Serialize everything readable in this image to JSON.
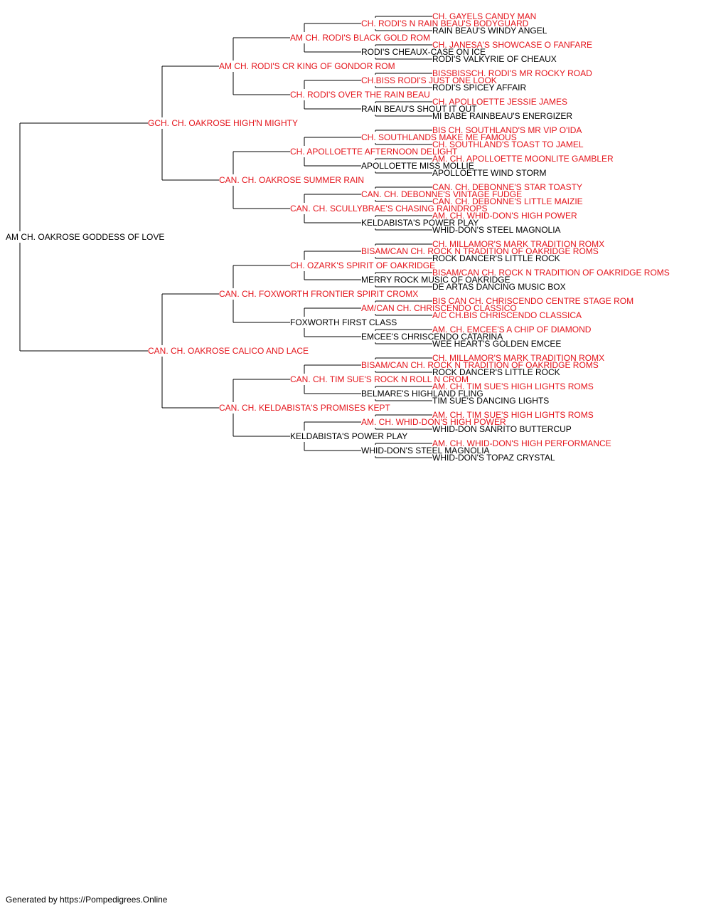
{
  "colors": {
    "champion": "#e4141b",
    "normal": "#000000",
    "line": "#000000"
  },
  "footer": "Generated by https://Pompedigrees.Online",
  "pedigree": {
    "name": "AM CH. OAKROSE GODDESS OF LOVE",
    "champion": false,
    "sire": {
      "name": "GCH. CH. OAKROSE HIGH'N MIGHTY",
      "champion": true,
      "sire": {
        "name": "AM CH. RODI'S CR KING OF GONDOR ROM",
        "champion": true,
        "sire": {
          "name": "AM CH. RODI'S BLACK GOLD ROM",
          "champion": true,
          "sire": {
            "name": "CH. RODI'S N RAIN BEAU'S BODYGUARD",
            "champion": true,
            "sire": {
              "name": "CH. GAYELS CANDY MAN",
              "champion": true
            },
            "dam": {
              "name": "RAIN BEAU'S WINDY ANGEL",
              "champion": false
            }
          },
          "dam": {
            "name": "RODI'S CHEAUX-CASE ON ICE",
            "champion": false,
            "sire": {
              "name": "CH. JANESA'S SHOWCASE O FANFARE",
              "champion": true
            },
            "dam": {
              "name": "RODI'S VALKYRIE OF CHEAUX",
              "champion": false
            }
          }
        },
        "dam": {
          "name": "CH. RODI'S OVER THE RAIN BEAU",
          "champion": true,
          "sire": {
            "name": "CH.BISS RODI'S JUST ONE LOOK",
            "champion": true,
            "sire": {
              "name": "BISSBISSCH. RODI'S MR ROCKY ROAD",
              "champion": true
            },
            "dam": {
              "name": "RODI'S SPICEY AFFAIR",
              "champion": false
            }
          },
          "dam": {
            "name": "RAIN BEAU'S SHOUT IT OUT",
            "champion": false,
            "sire": {
              "name": "CH. APOLLOETTE JESSIE JAMES",
              "champion": true
            },
            "dam": {
              "name": "MI BABE RAINBEAU'S ENERGIZER",
              "champion": false
            }
          }
        }
      },
      "dam": {
        "name": "CAN. CH. OAKROSE SUMMER RAIN",
        "champion": true,
        "sire": {
          "name": "CH. APOLLOETTE AFTERNOON DELIGHT",
          "champion": true,
          "sire": {
            "name": "CH. SOUTHLANDS MAKE ME FAMOUS",
            "champion": true,
            "sire": {
              "name": "BIS CH. SOUTHLAND'S MR VIP O'IDA",
              "champion": true
            },
            "dam": {
              "name": "CH. SOUTHLAND'S TOAST TO JAMEL",
              "champion": true
            }
          },
          "dam": {
            "name": "APOLLOETTE MISS MOLLIE",
            "champion": false,
            "sire": {
              "name": "AM. CH. APOLLOETTE MOONLITE GAMBLER",
              "champion": true
            },
            "dam": {
              "name": "APOLLOETTE WIND STORM",
              "champion": false
            }
          }
        },
        "dam": {
          "name": "CAN. CH. SCULLYBRAE'S CHASING RAINDROPS",
          "champion": true,
          "sire": {
            "name": "CAN. CH. DEBONNE'S VINTAGE FUDGE",
            "champion": true,
            "sire": {
              "name": "CAN. CH. DEBONNE'S STAR TOASTY",
              "champion": true
            },
            "dam": {
              "name": "CAN. CH. DEBONNE'S LITTLE MAIZIE",
              "champion": true
            }
          },
          "dam": {
            "name": "KELDABISTA'S POWER PLAY",
            "champion": false,
            "sire": {
              "name": "AM. CH. WHID-DON'S HIGH POWER",
              "champion": true
            },
            "dam": {
              "name": "WHID-DON'S STEEL MAGNOLIA",
              "champion": false
            }
          }
        }
      }
    },
    "dam": {
      "name": "CAN. CH. OAKROSE CALICO AND LACE",
      "champion": true,
      "sire": {
        "name": "CAN. CH. FOXWORTH FRONTIER SPIRIT CROMX",
        "champion": true,
        "sire": {
          "name": "CH. OZARK'S SPIRIT OF OAKRIDGE",
          "champion": true,
          "sire": {
            "name": "BISAM/CAN CH. ROCK N TRADITION OF OAKRIDGE ROMS",
            "champion": true,
            "sire": {
              "name": "CH. MILLAMOR'S MARK TRADITION ROMX",
              "champion": true
            },
            "dam": {
              "name": "ROCK DANCER'S LITTLE ROCK",
              "champion": false
            }
          },
          "dam": {
            "name": "MERRY ROCK MUSIC OF OAKRIDGE",
            "champion": false,
            "sire": {
              "name": "BISAM/CAN CH. ROCK N TRADITION OF OAKRIDGE ROMS",
              "champion": true
            },
            "dam": {
              "name": "DE ARTAS DANCING MUSIC BOX",
              "champion": false
            }
          }
        },
        "dam": {
          "name": "FOXWORTH FIRST CLASS",
          "champion": false,
          "sire": {
            "name": "AM/CAN CH. CHRISCENDO CLASSICO",
            "champion": true,
            "sire": {
              "name": "BIS CAN CH. CHRISCENDO CENTRE STAGE ROM",
              "champion": true
            },
            "dam": {
              "name": "A/C CH.BIS CHRISCENDO CLASSICA",
              "champion": true
            }
          },
          "dam": {
            "name": "EMCEE'S CHRISCENDO CATARINA",
            "champion": false,
            "sire": {
              "name": "AM. CH. EMCEE'S A CHIP OF DIAMOND",
              "champion": true
            },
            "dam": {
              "name": "WEE HEART'S GOLDEN EMCEE",
              "champion": false
            }
          }
        }
      },
      "dam": {
        "name": "CAN. CH. KELDABISTA'S PROMISES KEPT",
        "champion": true,
        "sire": {
          "name": "CAN. CH. TIM SUE'S ROCK N ROLL N CROM",
          "champion": true,
          "sire": {
            "name": "BISAM/CAN CH. ROCK N TRADITION OF OAKRIDGE ROMS",
            "champion": true,
            "sire": {
              "name": "CH. MILLAMOR'S MARK TRADITION ROMX",
              "champion": true
            },
            "dam": {
              "name": "ROCK DANCER'S LITTLE ROCK",
              "champion": false
            }
          },
          "dam": {
            "name": "BELMARE'S HIGHLAND FLING",
            "champion": false,
            "sire": {
              "name": "AM. CH. TIM SUE'S HIGH LIGHTS ROMS",
              "champion": true
            },
            "dam": {
              "name": "TIM SUE'S DANCING LIGHTS",
              "champion": false
            }
          }
        },
        "dam": {
          "name": "KELDABISTA'S POWER PLAY",
          "champion": false,
          "sire": {
            "name": "AM. CH. WHID-DON'S HIGH POWER",
            "champion": true,
            "sire": {
              "name": "AM. CH. TIM SUE'S HIGH LIGHTS ROMS",
              "champion": true
            },
            "dam": {
              "name": "WHID-DON SANRITO BUTTERCUP",
              "champion": false
            }
          },
          "dam": {
            "name": "WHID-DON'S STEEL MAGNOLIA",
            "champion": false,
            "sire": {
              "name": "AM. CH. WHID-DON'S HIGH PERFORMANCE",
              "champion": true
            },
            "dam": {
              "name": "WHID-DON'S TOPAZ CRYSTAL",
              "champion": false
            }
          }
        }
      }
    }
  }
}
